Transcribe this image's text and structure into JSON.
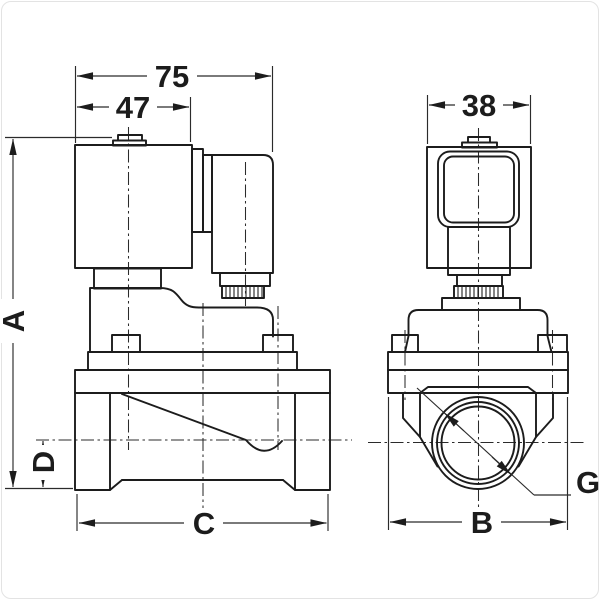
{
  "drawing": {
    "type": "technical-dimension-drawing",
    "subject": "solenoid valve, front view and side view with dimension callouts",
    "dims": {
      "total_width": "75",
      "coil_width": "47",
      "coil_depth": "38",
      "overall_height": "A",
      "side_width": "B",
      "body_length": "C",
      "outlet_offset": "D",
      "port_thread": "G"
    },
    "colors": {
      "line": "#1c1c1c",
      "background": "#ffffff"
    }
  }
}
